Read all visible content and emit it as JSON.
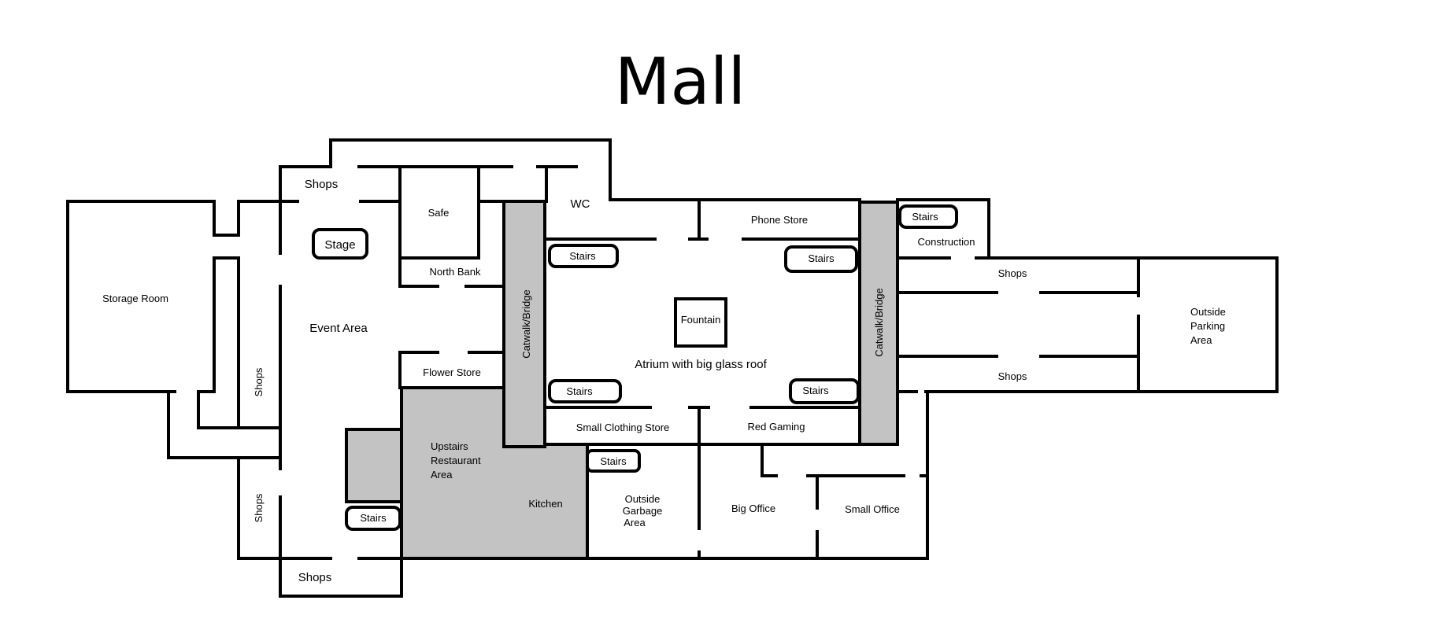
{
  "map": {
    "title": "Mall",
    "colors": {
      "walls": "#000000",
      "upper_level_fill": "#c3c3c3",
      "background": "#ffffff"
    },
    "rooms": {
      "shops_top": "Shops",
      "safe": "Safe",
      "wc": "WC",
      "phone_store": "Phone Store",
      "stairs_ne": "Stairs",
      "construction": "Construction",
      "stage": "Stage",
      "stairs_atrium_nw": "Stairs",
      "stairs_atrium_ne": "Stairs",
      "north_bank": "North Bank",
      "shops_east_top": "Shops",
      "storage_room": "Storage Room",
      "fountain": "Fountain",
      "event_area": "Event Area",
      "outside_parking_1": "Outside",
      "outside_parking_2": "Parking",
      "outside_parking_3": "Area",
      "catwalk_west": "Catwalk/Bridge",
      "catwalk_east": "Catwalk/Bridge",
      "atrium": "Atrium with big glass roof",
      "flower_store": "Flower Store",
      "shops_east_bottom": "Shops",
      "shops_west_mid": "Shops",
      "stairs_atrium_sw": "Stairs",
      "stairs_atrium_se": "Stairs",
      "small_clothing_store": "Small Clothing Store",
      "red_gaming": "Red Gaming",
      "upstairs_restaurant_1": "Upstairs",
      "upstairs_restaurant_2": "Restaurant",
      "upstairs_restaurant_3": "Area",
      "stairs_kitchen": "Stairs",
      "outside_garbage_1": "Outside",
      "outside_garbage_2": "Garbage",
      "outside_garbage_3": "Area",
      "big_office": "Big Office",
      "small_office": "Small Office",
      "kitchen": "Kitchen",
      "shops_west_low": "Shops",
      "stairs_restaurant": "Stairs",
      "shops_bottom": "Shops"
    }
  }
}
